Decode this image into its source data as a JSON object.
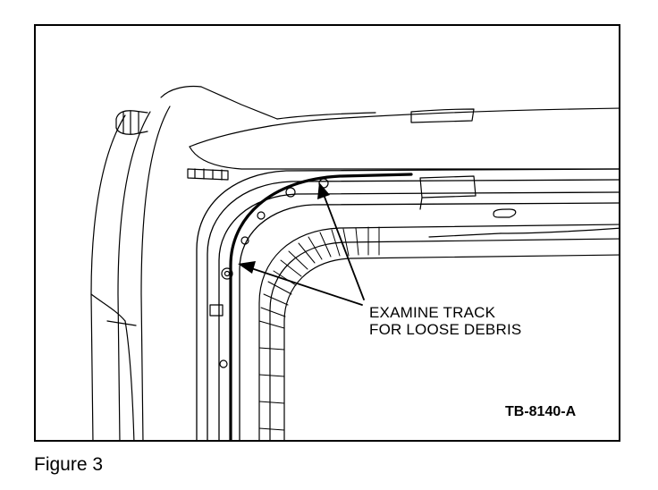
{
  "figure": {
    "callout_line1": "EXAMINE TRACK",
    "callout_line2": "FOR LOOSE DEBRIS",
    "reference_code": "TB-8140-A",
    "caption": "Figure 3"
  },
  "colors": {
    "ink": "#000000",
    "paper": "#ffffff"
  }
}
